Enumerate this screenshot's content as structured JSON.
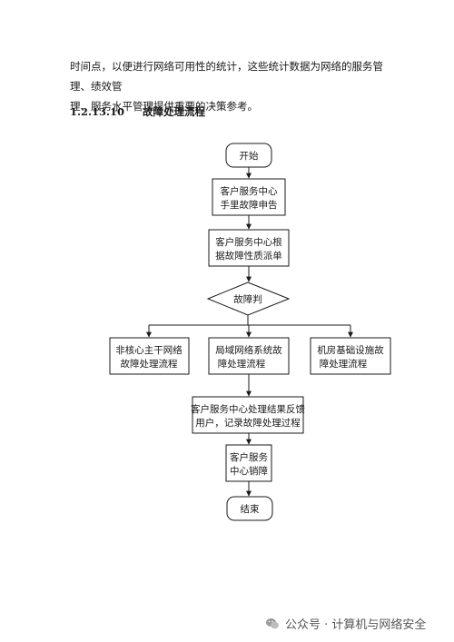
{
  "paragraph": {
    "line1": "时间点，以便进行网络可用性的统计，这些统计数据为网络的服务管理、绩效管",
    "line2": "理、服务水平管理提供重要的决策参考。"
  },
  "section": {
    "number": "1.2.13.10",
    "title": "故障处理流程"
  },
  "flowchart": {
    "start": "开始",
    "step1": [
      "客户服务中心",
      "手里故障申告"
    ],
    "step2": [
      "客户服务中心根",
      "据故障性质派单"
    ],
    "decision": "故障判",
    "branch_left": [
      "非核心主干网络",
      "故障处理流程"
    ],
    "branch_mid": [
      "局域网络系统故",
      "障处理流程"
    ],
    "branch_right": [
      "机房基础设施故",
      "障处理流程"
    ],
    "step3": [
      "客户服务中心处理结果反馈",
      "用户，记录故障处理过程"
    ],
    "step4": [
      "客户服务",
      "中心销障"
    ],
    "end": "结束"
  },
  "watermark": {
    "text": "公众号 · 计算机与网络安全",
    "icon": "wechat-icon"
  }
}
